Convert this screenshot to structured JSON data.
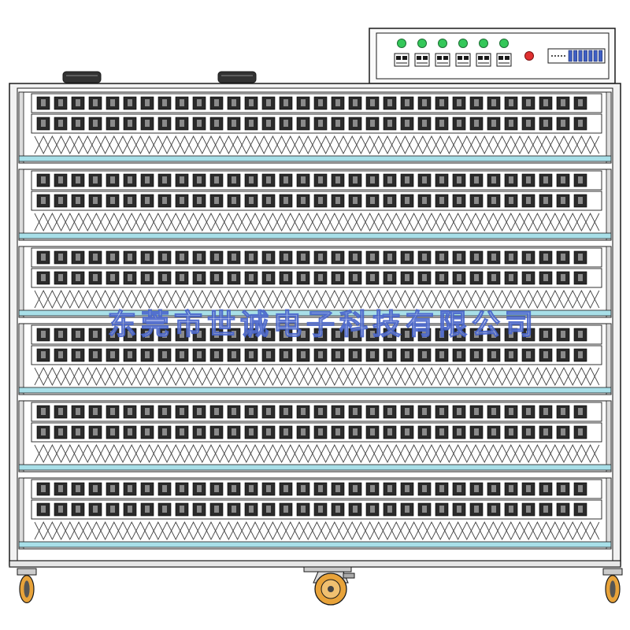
{
  "watermark": {
    "text": "东莞市世诚电子科技有限公司"
  },
  "control_panel": {
    "indicator_count": 6,
    "indicator_color": "#34c759",
    "alarm_color": "#e03030"
  },
  "rack": {
    "shelf_count": 6,
    "sockets_per_row": 32,
    "rows_per_shelf": 2,
    "vents": 2
  },
  "colors": {
    "outline": "#1a1a1a",
    "frame": "#f2f2f2",
    "socket": "#2b2b2b",
    "tray_rail": "#a8dfe8",
    "wheel": "#e8a33a"
  }
}
